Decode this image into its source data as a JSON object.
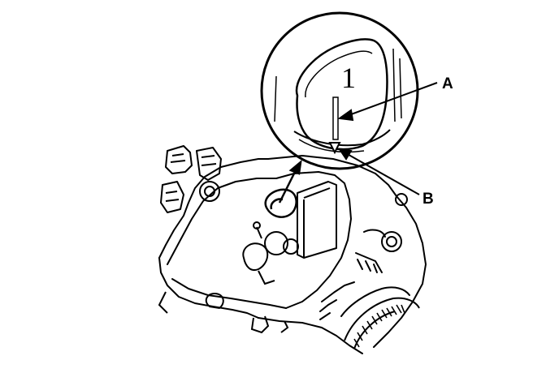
{
  "diagram": {
    "timing_mark_number": "1",
    "callouts": [
      {
        "id": "A",
        "label": "A"
      },
      {
        "id": "B",
        "label": "B"
      }
    ]
  },
  "colors": {
    "line": "#000000",
    "background": "#ffffff"
  }
}
